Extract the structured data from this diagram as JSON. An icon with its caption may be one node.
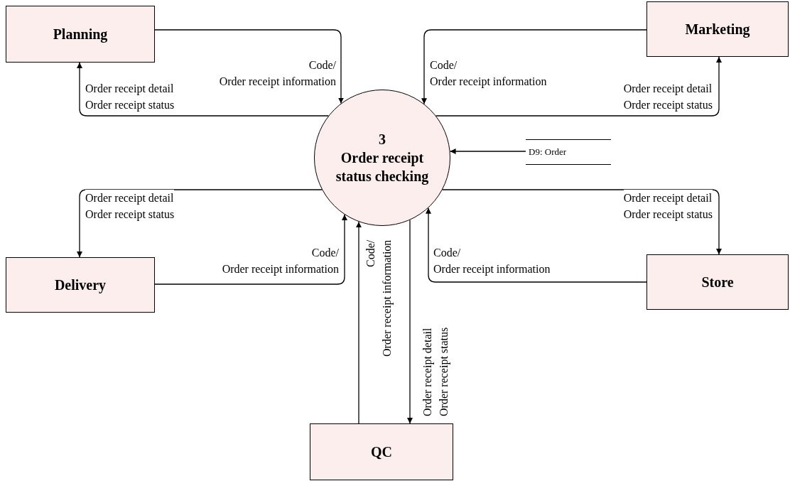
{
  "diagram": {
    "nodes": [
      {
        "text": [
          "Planning"
        ]
      },
      {
        "text": [
          "Marketing"
        ]
      },
      {
        "text": [
          "3",
          "Order receipt status checking"
        ]
      },
      {
        "text": [
          "D9: Order"
        ]
      },
      {
        "text": [
          "Delivery"
        ]
      },
      {
        "text": [
          "Store"
        ]
      },
      {
        "text": [
          "QC"
        ]
      }
    ],
    "edges": [
      {
        "from": 0,
        "to": 2,
        "arrow": "to",
        "label": "Code/ Order receipt information"
      },
      {
        "from": 2,
        "to": 0,
        "arrow": "to",
        "label": "Order receipt detail Order receipt status"
      },
      {
        "from": 1,
        "to": 2,
        "arrow": "to",
        "label": "Code/ Order receipt information"
      },
      {
        "from": 2,
        "to": 1,
        "arrow": "to",
        "label": "Order receipt detail Order receipt status"
      },
      {
        "from": 3,
        "to": 2,
        "arrow": "to"
      },
      {
        "from": 2,
        "to": 4,
        "arrow": "to",
        "label": "Order receipt detail Order receipt status"
      },
      {
        "from": 4,
        "to": 2,
        "arrow": "to",
        "label": "Code/ Order receipt information"
      },
      {
        "from": 2,
        "to": 5,
        "arrow": "to",
        "label": "Order receipt detail Order receipt status"
      },
      {
        "from": 5,
        "to": 2,
        "arrow": "to",
        "label": "Code/ Order receipt information"
      },
      {
        "from": 6,
        "to": 2,
        "arrow": "to",
        "label": "Code/ Order receipt information"
      },
      {
        "from": 2,
        "to": 6,
        "arrow": "to",
        "label": "Order receipt detail Order receipt status"
      }
    ]
  }
}
